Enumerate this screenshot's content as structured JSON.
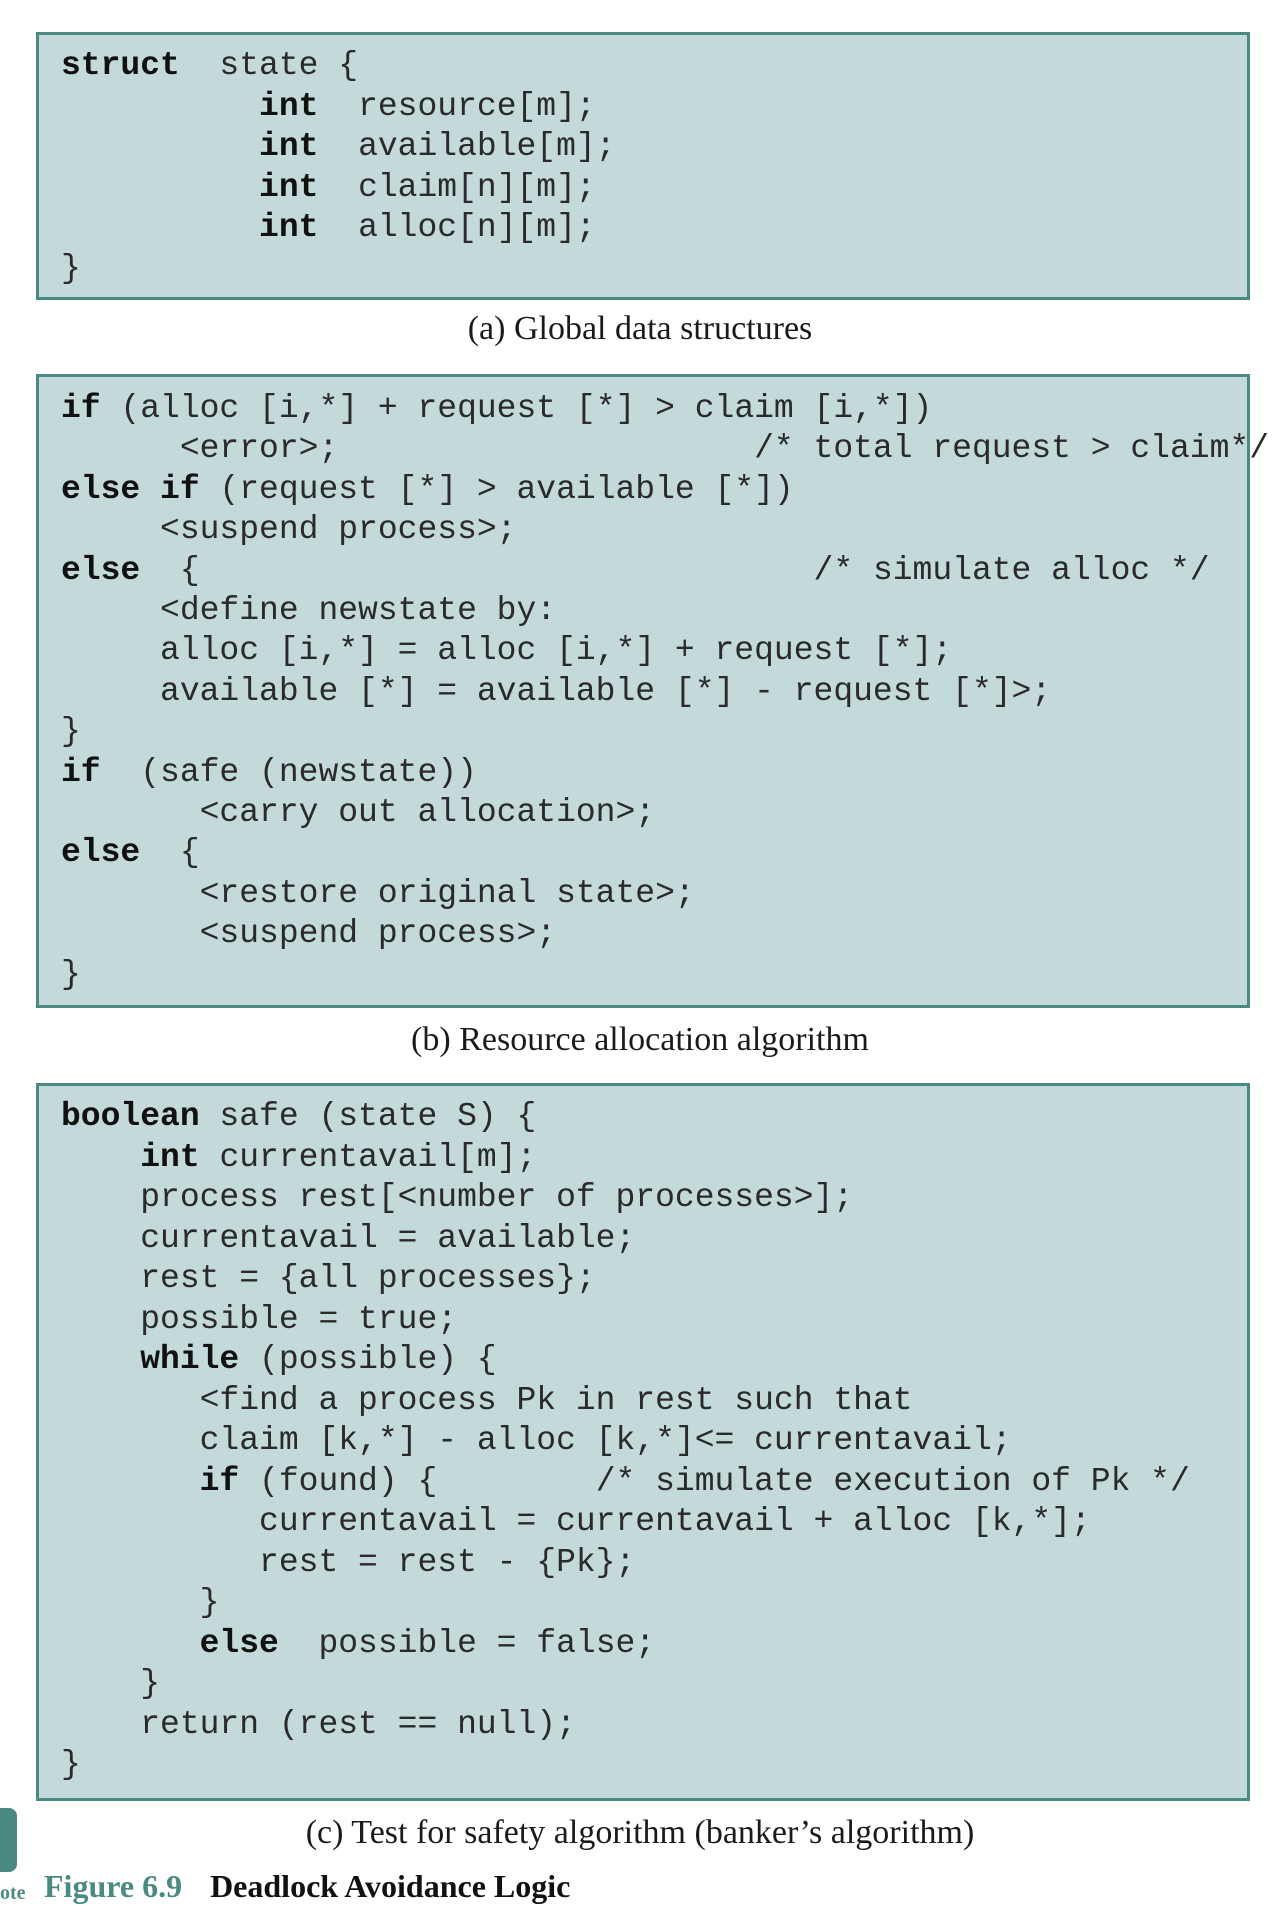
{
  "panel_a": {
    "lines": [
      [
        {
          "t": "struct",
          "k": true
        },
        {
          "t": "  state {"
        }
      ],
      [
        {
          "t": "          "
        },
        {
          "t": "int",
          "k": true
        },
        {
          "t": "  resource[m];"
        }
      ],
      [
        {
          "t": "          "
        },
        {
          "t": "int",
          "k": true
        },
        {
          "t": "  available[m];"
        }
      ],
      [
        {
          "t": "          "
        },
        {
          "t": "int",
          "k": true
        },
        {
          "t": "  claim[n][m];"
        }
      ],
      [
        {
          "t": "          "
        },
        {
          "t": "int",
          "k": true
        },
        {
          "t": "  alloc[n][m];"
        }
      ],
      [
        {
          "t": "}"
        }
      ]
    ],
    "caption": "(a) Global data structures"
  },
  "panel_b": {
    "lines": [
      [
        {
          "t": "if",
          "k": true
        },
        {
          "t": " (alloc [i,*] + request [*] > claim [i,*])"
        }
      ],
      [
        {
          "t": "      <error>;                     /* total request > claim*/"
        }
      ],
      [
        {
          "t": "else if",
          "k": true
        },
        {
          "t": " (request [*] > available [*])"
        }
      ],
      [
        {
          "t": "     <suspend process>;"
        }
      ],
      [
        {
          "t": "else",
          "k": true
        },
        {
          "t": "  {                               /* simulate alloc */"
        }
      ],
      [
        {
          "t": "     <define newstate by:"
        }
      ],
      [
        {
          "t": "     alloc [i,*] = alloc [i,*] + request [*];"
        }
      ],
      [
        {
          "t": "     available [*] = available [*] - request [*]>;"
        }
      ],
      [
        {
          "t": "}"
        }
      ],
      [
        {
          "t": "if",
          "k": true
        },
        {
          "t": "  (safe (newstate))"
        }
      ],
      [
        {
          "t": "       <carry out allocation>;"
        }
      ],
      [
        {
          "t": "else",
          "k": true
        },
        {
          "t": "  {"
        }
      ],
      [
        {
          "t": "       <restore original state>;"
        }
      ],
      [
        {
          "t": "       <suspend process>;"
        }
      ],
      [
        {
          "t": "}"
        }
      ]
    ],
    "caption": "(b) Resource allocation algorithm"
  },
  "panel_c": {
    "lines": [
      [
        {
          "t": "boolean",
          "k": true
        },
        {
          "t": " safe (state S) {"
        }
      ],
      [
        {
          "t": "    "
        },
        {
          "t": "int",
          "k": true
        },
        {
          "t": " currentavail[m];"
        }
      ],
      [
        {
          "t": "    process rest[<number of processes>];"
        }
      ],
      [
        {
          "t": "    currentavail = available;"
        }
      ],
      [
        {
          "t": "    rest = {all processes};"
        }
      ],
      [
        {
          "t": "    possible = true;"
        }
      ],
      [
        {
          "t": "    "
        },
        {
          "t": "while",
          "k": true
        },
        {
          "t": " (possible) {"
        }
      ],
      [
        {
          "t": "       <find a process Pk in rest such that"
        }
      ],
      [
        {
          "t": "       claim [k,*] - alloc [k,*]<= currentavail;"
        }
      ],
      [
        {
          "t": "       "
        },
        {
          "t": "if",
          "k": true
        },
        {
          "t": " (found) {        /* simulate execution of Pk */"
        }
      ],
      [
        {
          "t": "          currentavail = currentavail + alloc [k,*];"
        }
      ],
      [
        {
          "t": "          rest = rest - {Pk};"
        }
      ],
      [
        {
          "t": "       }"
        }
      ],
      [
        {
          "t": "       "
        },
        {
          "t": "else",
          "k": true
        },
        {
          "t": "  possible = false;"
        }
      ],
      [
        {
          "t": "    }"
        }
      ],
      [
        {
          "t": "    return (rest == null);"
        }
      ],
      [
        {
          "t": "}"
        }
      ]
    ],
    "caption": "(c) Test for safety algorithm (banker’s algorithm)"
  },
  "side_tab": {
    "text": "ote"
  },
  "figure": {
    "number": "Figure 6.9",
    "title": "Deadlock Avoidance Logic"
  },
  "colors": {
    "panel_fill": "#c3d9da",
    "panel_border": "#4a8a82",
    "figure_number": "#4a8a82"
  }
}
